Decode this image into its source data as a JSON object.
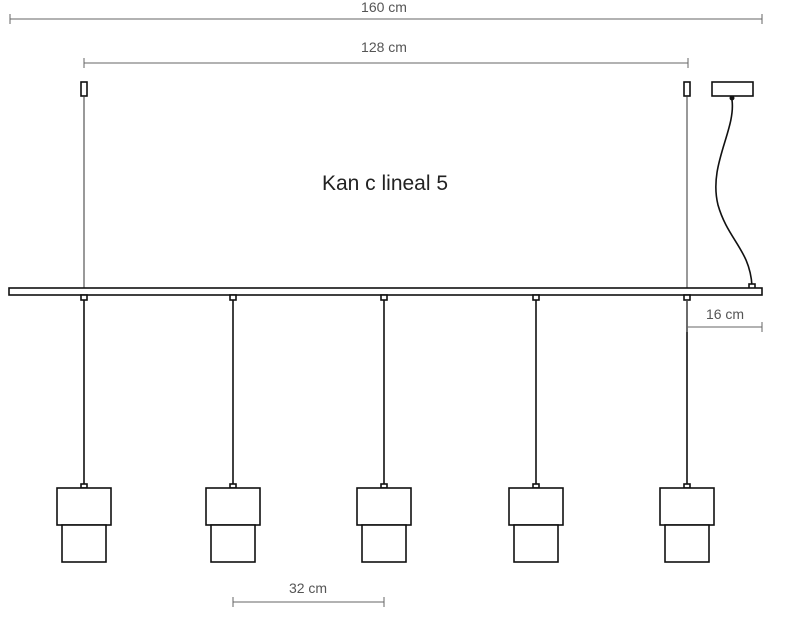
{
  "title": "Kan c lineal 5",
  "dimensions": {
    "overall_width": "160 cm",
    "suspension_spacing": "128 cm",
    "offset": "16 cm",
    "pendant_spacing": "32 cm"
  },
  "pendant_count": 5
}
